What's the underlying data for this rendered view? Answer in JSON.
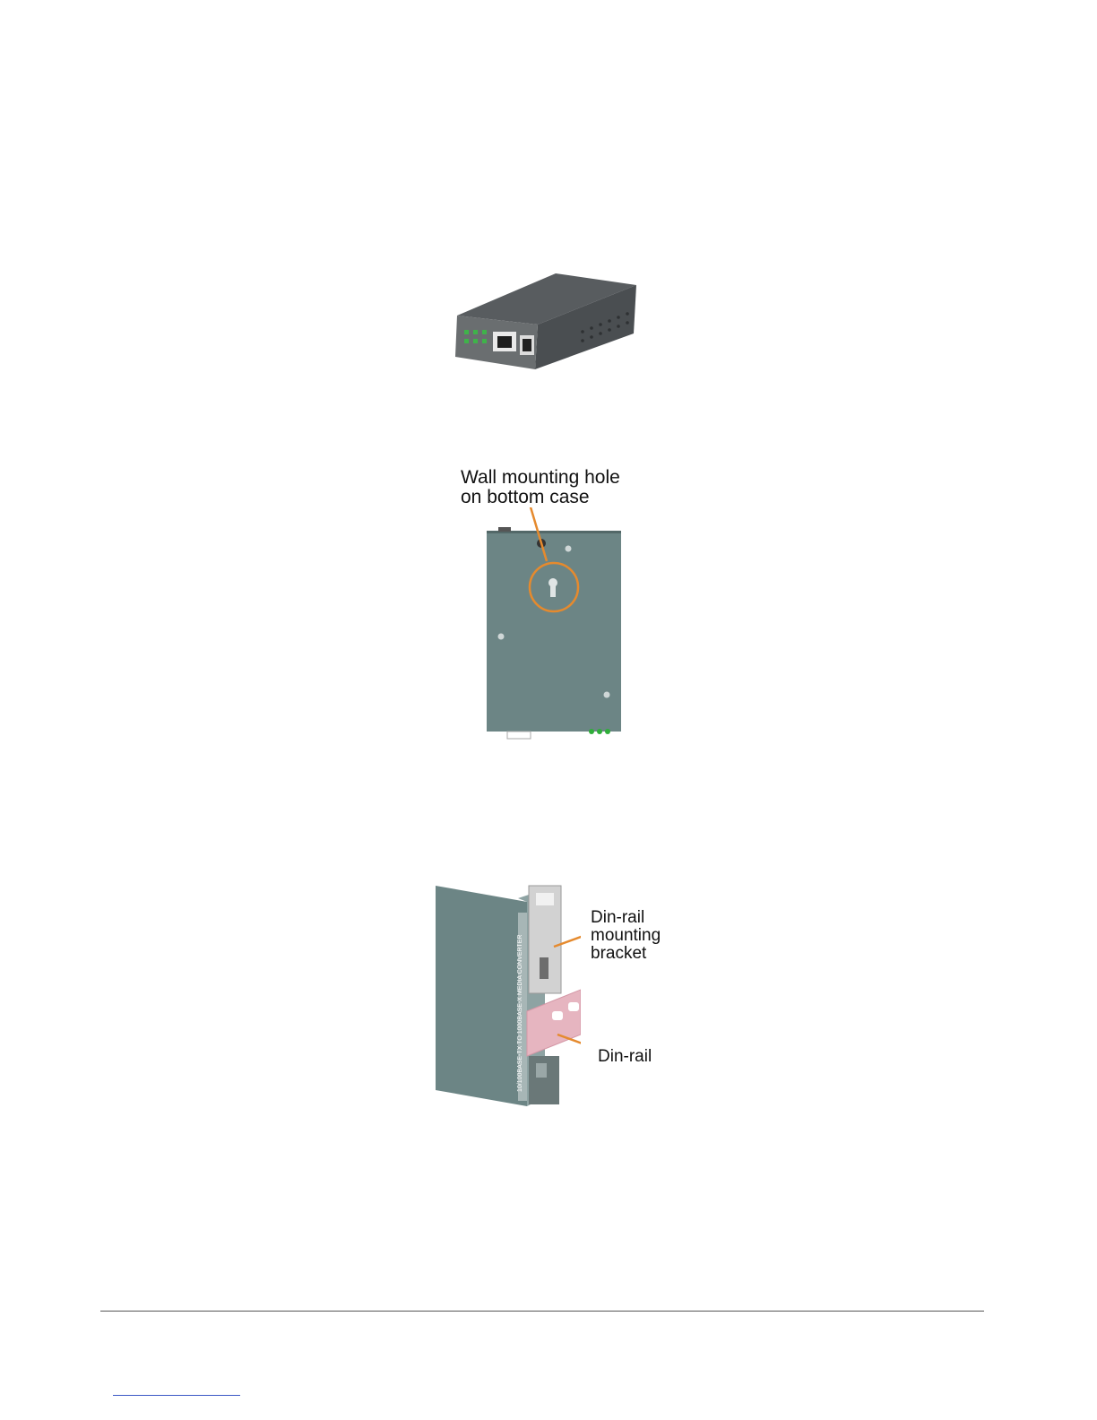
{
  "figures": {
    "converter_front": {
      "name": "media-converter-photo"
    },
    "wall_mount": {
      "callout": "Wall mounting hole\non bottom case"
    },
    "din_rail": {
      "bracket_label": "Din-rail\nmounting\nbracket",
      "rail_label": "Din-rail",
      "side_text": "10/100BASE-TX TO 1000BASE-X MEDIA CONVERTER"
    }
  },
  "colors": {
    "callout": "#e58a2e",
    "case": "#6c8585",
    "rail": "#e6b5c0",
    "footer_link": "#3b57c5"
  }
}
